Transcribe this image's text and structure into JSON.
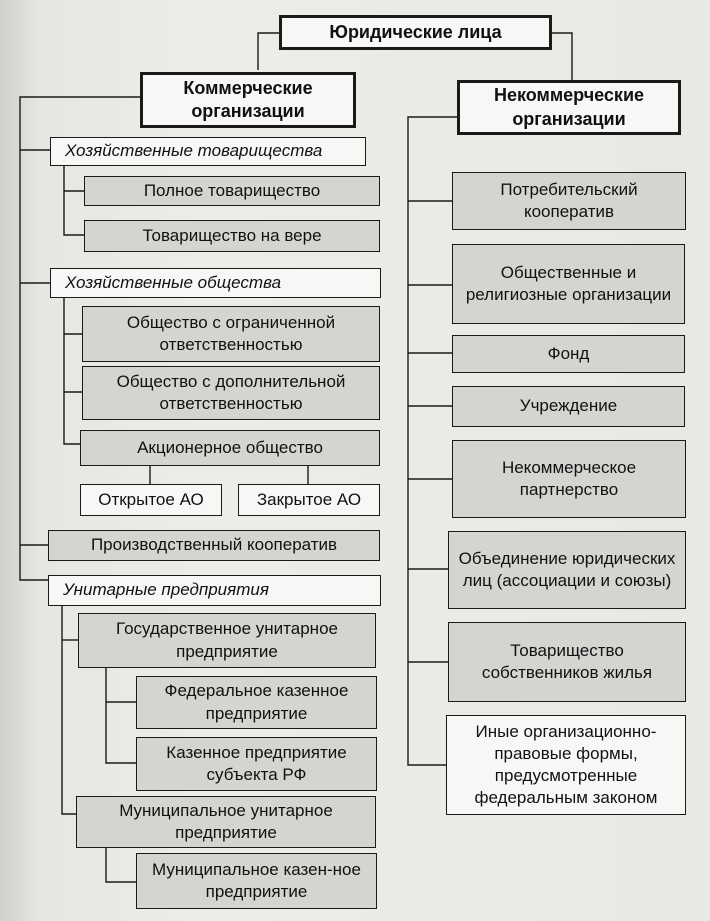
{
  "root": "Юридические лица",
  "commercial": {
    "title": "Коммерческие организации",
    "business_partnerships": {
      "title": "Хозяйственные товарищества",
      "items": [
        "Полное товарищество",
        "Товарищество на вере"
      ]
    },
    "business_companies": {
      "title": "Хозяйственные общества",
      "items": [
        "Общество с ограниченной ответственностью",
        "Общество с дополнительной ответственностью",
        "Акционерное общество"
      ],
      "jsc_types": [
        "Открытое АО",
        "Закрытое АО"
      ]
    },
    "production_cooperative": "Производственный кооператив",
    "unitary": {
      "title": "Унитарные предприятия",
      "state": "Государственное унитарное предприятие",
      "state_children": [
        "Федеральное казенное предприятие",
        "Казенное предприятие субъекта РФ"
      ],
      "municipal": "Муниципальное унитарное предприятие",
      "municipal_children": [
        "Муниципальное казен-ное предприятие"
      ]
    }
  },
  "noncommercial": {
    "title": "Некоммерческие организации",
    "items": [
      "Потребительский кооператив",
      "Общественные и религиозные организации",
      "Фонд",
      "Учреждение",
      "Некоммерческое партнерство",
      "Объединение юридических лиц (ассоциации и союзы)",
      "Товарищество собственников жилья",
      "Иные организационно-правовые формы, предусмотренные федеральным законом"
    ]
  }
}
